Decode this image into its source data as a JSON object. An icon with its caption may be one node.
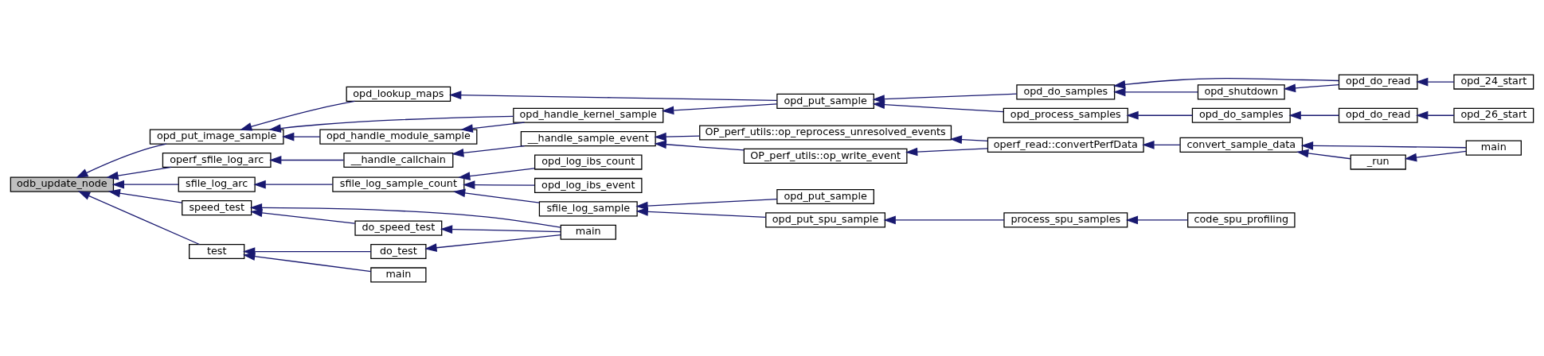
{
  "diagram": {
    "nodes": [
      {
        "text": [
          "odb_update_node"
        ]
      },
      {
        "text": [
          "opd_put_image_sample"
        ]
      },
      {
        "text": [
          "operf_sfile_log_arc"
        ]
      },
      {
        "text": [
          "sfile_log_arc"
        ]
      },
      {
        "text": [
          "speed_test"
        ]
      },
      {
        "text": [
          "test"
        ]
      },
      {
        "text": [
          "opd_handle_module_sample"
        ]
      },
      {
        "text": [
          "opd_lookup_maps"
        ]
      },
      {
        "text": [
          "__handle_callchain"
        ]
      },
      {
        "text": [
          "sfile_log_sample_count"
        ]
      },
      {
        "text": [
          "do_speed_test"
        ]
      },
      {
        "text": [
          "do_test"
        ]
      },
      {
        "text": [
          "main"
        ]
      },
      {
        "text": [
          "opd_handle_kernel_sample"
        ]
      },
      {
        "text": [
          "__handle_sample_event"
        ]
      },
      {
        "text": [
          "opd_log_ibs_count"
        ]
      },
      {
        "text": [
          "opd_log_ibs_event"
        ]
      },
      {
        "text": [
          "sfile_log_sample"
        ]
      },
      {
        "text": [
          "main"
        ]
      },
      {
        "text": [
          "opd_put_sample"
        ]
      },
      {
        "text": [
          "OP_perf_utils::op_reprocess_unresolved_events"
        ]
      },
      {
        "text": [
          "OP_perf_utils::op_write_event"
        ]
      },
      {
        "text": [
          "opd_put_sample"
        ]
      },
      {
        "text": [
          "opd_put_spu_sample"
        ]
      },
      {
        "text": [
          "opd_do_samples"
        ]
      },
      {
        "text": [
          "opd_process_samples"
        ]
      },
      {
        "text": [
          "operf_read::convertPerfData"
        ]
      },
      {
        "text": [
          "process_spu_samples"
        ]
      },
      {
        "text": [
          "opd_shutdown"
        ]
      },
      {
        "text": [
          "opd_do_samples"
        ]
      },
      {
        "text": [
          "convert_sample_data"
        ]
      },
      {
        "text": [
          "code_spu_profiling"
        ]
      },
      {
        "text": [
          "opd_do_read"
        ]
      },
      {
        "text": [
          "opd_do_read"
        ]
      },
      {
        "text": [
          "_run"
        ]
      },
      {
        "text": [
          "opd_24_start"
        ]
      },
      {
        "text": [
          "opd_26_start"
        ]
      },
      {
        "text": [
          "main"
        ]
      }
    ],
    "edges": [
      {
        "from": 1,
        "to": 0,
        "arrow": "to"
      },
      {
        "from": 2,
        "to": 0,
        "arrow": "to"
      },
      {
        "from": 3,
        "to": 0,
        "arrow": "to"
      },
      {
        "from": 4,
        "to": 0,
        "arrow": "to"
      },
      {
        "from": 5,
        "to": 0,
        "arrow": "to"
      },
      {
        "from": 6,
        "to": 1,
        "arrow": "to"
      },
      {
        "from": 13,
        "to": 1,
        "arrow": "to"
      },
      {
        "from": 7,
        "to": 1,
        "arrow": "to"
      },
      {
        "from": 8,
        "to": 2,
        "arrow": "to"
      },
      {
        "from": 9,
        "to": 3,
        "arrow": "to"
      },
      {
        "from": 10,
        "to": 4,
        "arrow": "to"
      },
      {
        "from": 18,
        "to": 4,
        "arrow": "to"
      },
      {
        "from": 11,
        "to": 5,
        "arrow": "to"
      },
      {
        "from": 12,
        "to": 5,
        "arrow": "to"
      },
      {
        "from": 13,
        "to": 6,
        "arrow": "to"
      },
      {
        "from": 19,
        "to": 7,
        "arrow": "to"
      },
      {
        "from": 14,
        "to": 8,
        "arrow": "to"
      },
      {
        "from": 15,
        "to": 9,
        "arrow": "to"
      },
      {
        "from": 16,
        "to": 9,
        "arrow": "to"
      },
      {
        "from": 17,
        "to": 9,
        "arrow": "to"
      },
      {
        "from": 18,
        "to": 10,
        "arrow": "to"
      },
      {
        "from": 18,
        "to": 11,
        "arrow": "to"
      },
      {
        "from": 19,
        "to": 13,
        "arrow": "to"
      },
      {
        "from": 20,
        "to": 14,
        "arrow": "to"
      },
      {
        "from": 21,
        "to": 14,
        "arrow": "to"
      },
      {
        "from": 22,
        "to": 17,
        "arrow": "to"
      },
      {
        "from": 23,
        "to": 17,
        "arrow": "to"
      },
      {
        "from": 24,
        "to": 19,
        "arrow": "to"
      },
      {
        "from": 25,
        "to": 19,
        "arrow": "to"
      },
      {
        "from": 26,
        "to": 20,
        "arrow": "to"
      },
      {
        "from": 26,
        "to": 21,
        "arrow": "to"
      },
      {
        "from": 27,
        "to": 23,
        "arrow": "to"
      },
      {
        "from": 32,
        "to": 24,
        "arrow": "to"
      },
      {
        "from": 28,
        "to": 24,
        "arrow": "to"
      },
      {
        "from": 29,
        "to": 25,
        "arrow": "to"
      },
      {
        "from": 30,
        "to": 26,
        "arrow": "to"
      },
      {
        "from": 31,
        "to": 27,
        "arrow": "to"
      },
      {
        "from": 32,
        "to": 28,
        "arrow": "to"
      },
      {
        "from": 33,
        "to": 29,
        "arrow": "to"
      },
      {
        "from": 34,
        "to": 30,
        "arrow": "to"
      },
      {
        "from": 37,
        "to": 30,
        "arrow": "to"
      },
      {
        "from": 35,
        "to": 32,
        "arrow": "to"
      },
      {
        "from": 36,
        "to": 33,
        "arrow": "to"
      },
      {
        "from": 37,
        "to": 34,
        "arrow": "to"
      }
    ]
  }
}
